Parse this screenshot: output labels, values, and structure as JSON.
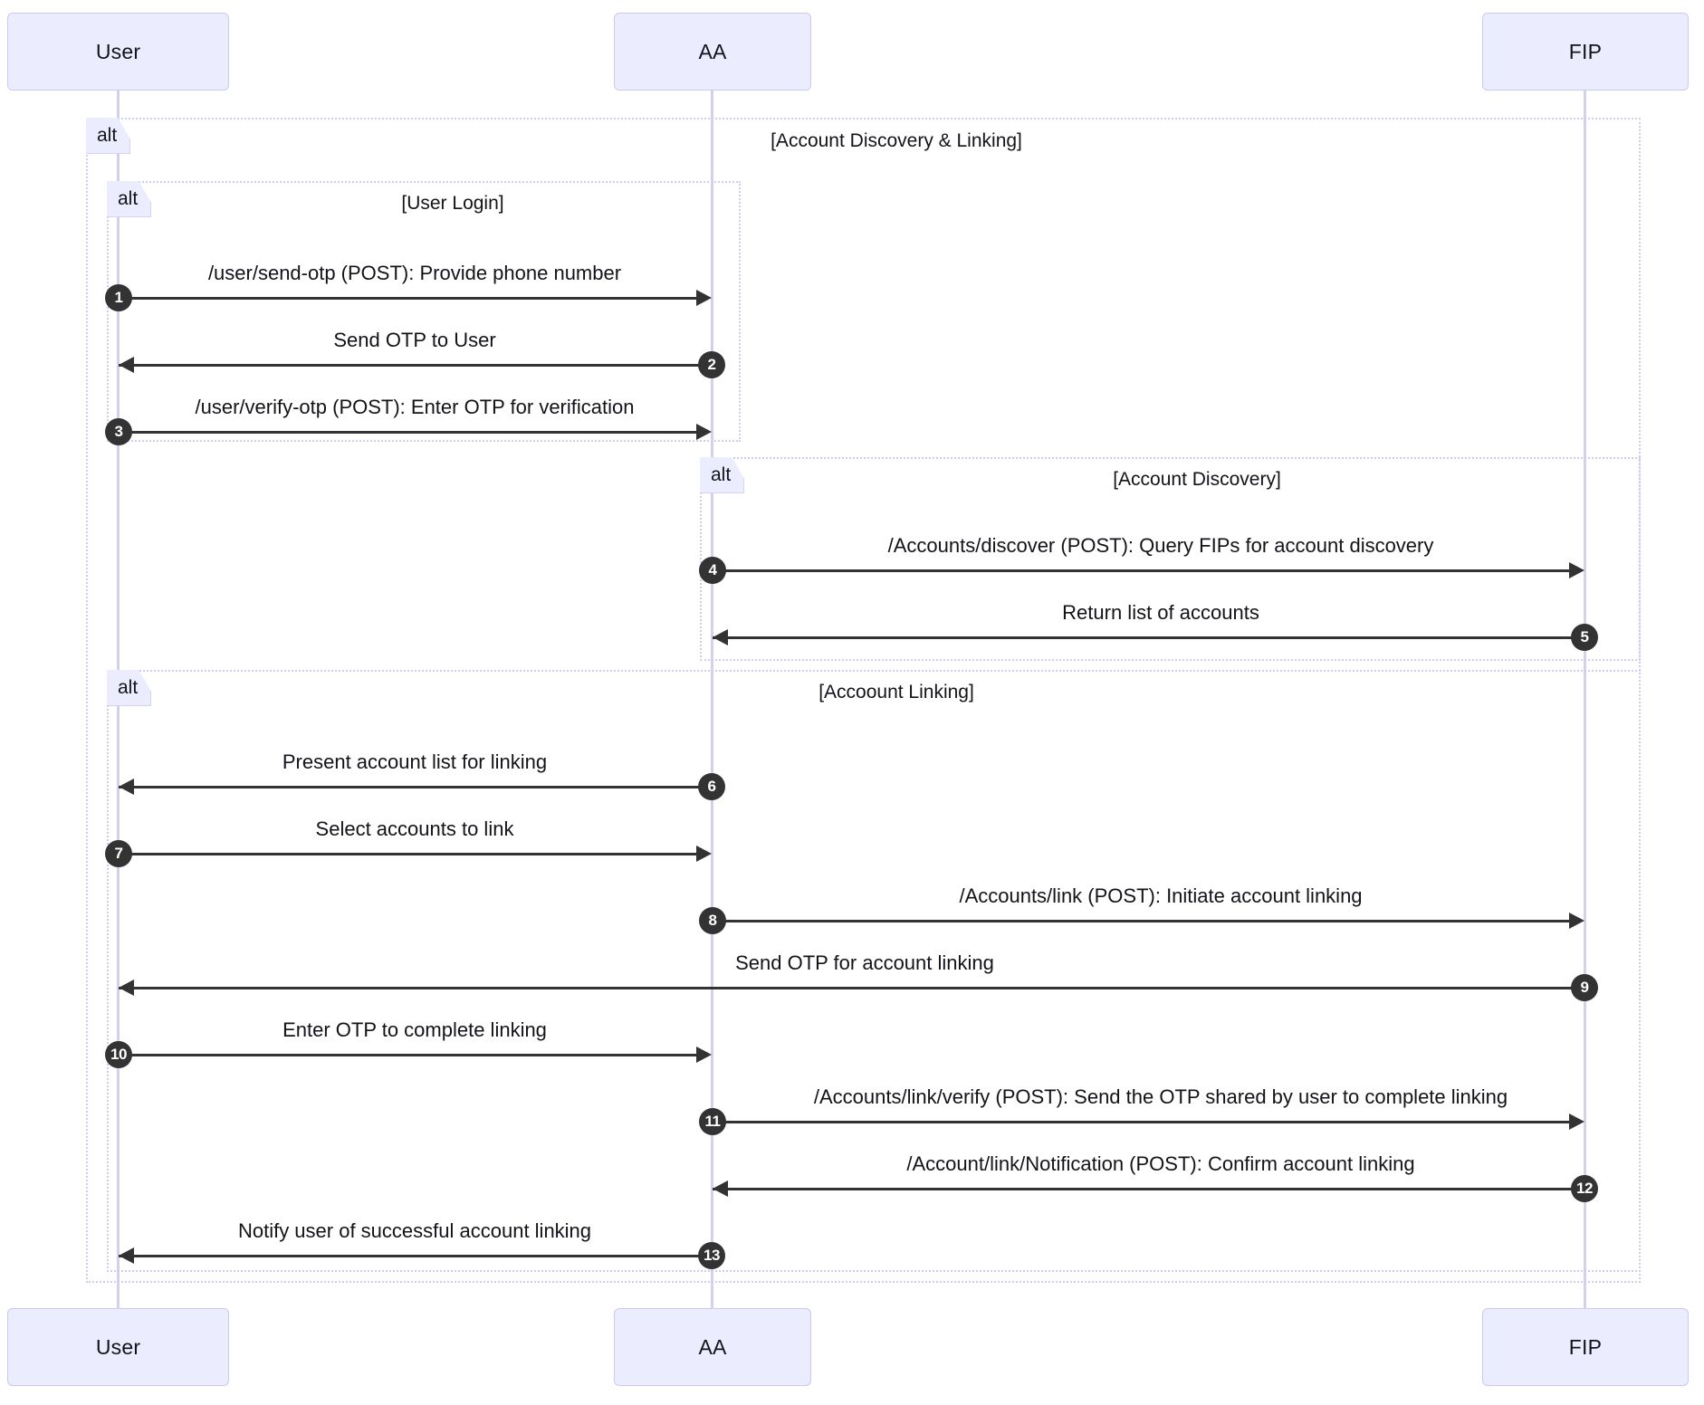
{
  "diagram": {
    "type": "sequence-diagram",
    "title": "Account Discovery & Linking",
    "participants": [
      {
        "id": "user",
        "label": "User"
      },
      {
        "id": "aa",
        "label": "AA"
      },
      {
        "id": "fip",
        "label": "FIP"
      }
    ],
    "fragments": [
      {
        "id": "frag-outer",
        "keyword": "alt",
        "title": "[Account Discovery & Linking]"
      },
      {
        "id": "frag-user-login",
        "keyword": "alt",
        "title": "[User Login]"
      },
      {
        "id": "frag-account-discovery",
        "keyword": "alt",
        "title": "[Account Discovery]"
      },
      {
        "id": "frag-account-linking",
        "keyword": "alt",
        "title": "[Accoount Linking]"
      }
    ],
    "messages": [
      {
        "num": "1",
        "from": "user",
        "to": "aa",
        "text": "/user/send-otp (POST): Provide phone number"
      },
      {
        "num": "2",
        "from": "aa",
        "to": "user",
        "text": "Send OTP to User"
      },
      {
        "num": "3",
        "from": "user",
        "to": "aa",
        "text": "/user/verify-otp (POST): Enter OTP for verification"
      },
      {
        "num": "4",
        "from": "aa",
        "to": "fip",
        "text": "/Accounts/discover (POST): Query FIPs for account discovery"
      },
      {
        "num": "5",
        "from": "fip",
        "to": "aa",
        "text": "Return list of accounts"
      },
      {
        "num": "6",
        "from": "aa",
        "to": "user",
        "text": "Present account list for linking"
      },
      {
        "num": "7",
        "from": "user",
        "to": "aa",
        "text": "Select accounts to link"
      },
      {
        "num": "8",
        "from": "aa",
        "to": "fip",
        "text": "/Accounts/link (POST): Initiate account linking"
      },
      {
        "num": "9",
        "from": "fip",
        "to": "user",
        "text": "Send OTP for account linking"
      },
      {
        "num": "10",
        "from": "user",
        "to": "aa",
        "text": "Enter OTP to complete linking"
      },
      {
        "num": "11",
        "from": "aa",
        "to": "fip",
        "text": "/Accounts/link/verify (POST): Send the OTP shared by user to complete linking"
      },
      {
        "num": "12",
        "from": "fip",
        "to": "aa",
        "text": "/Account/link/Notification (POST): Confirm account linking"
      },
      {
        "num": "13",
        "from": "aa",
        "to": "user",
        "text": "Notify user of successful account linking"
      }
    ],
    "colors": {
      "participant_fill": "#ECECFF",
      "participant_stroke": "#c9c9f2",
      "lifeline": "#d6cfee",
      "fragment_border": "#cdcdf0",
      "arrow": "#333333",
      "seq_badge": "#333333",
      "text": "#131319"
    }
  }
}
